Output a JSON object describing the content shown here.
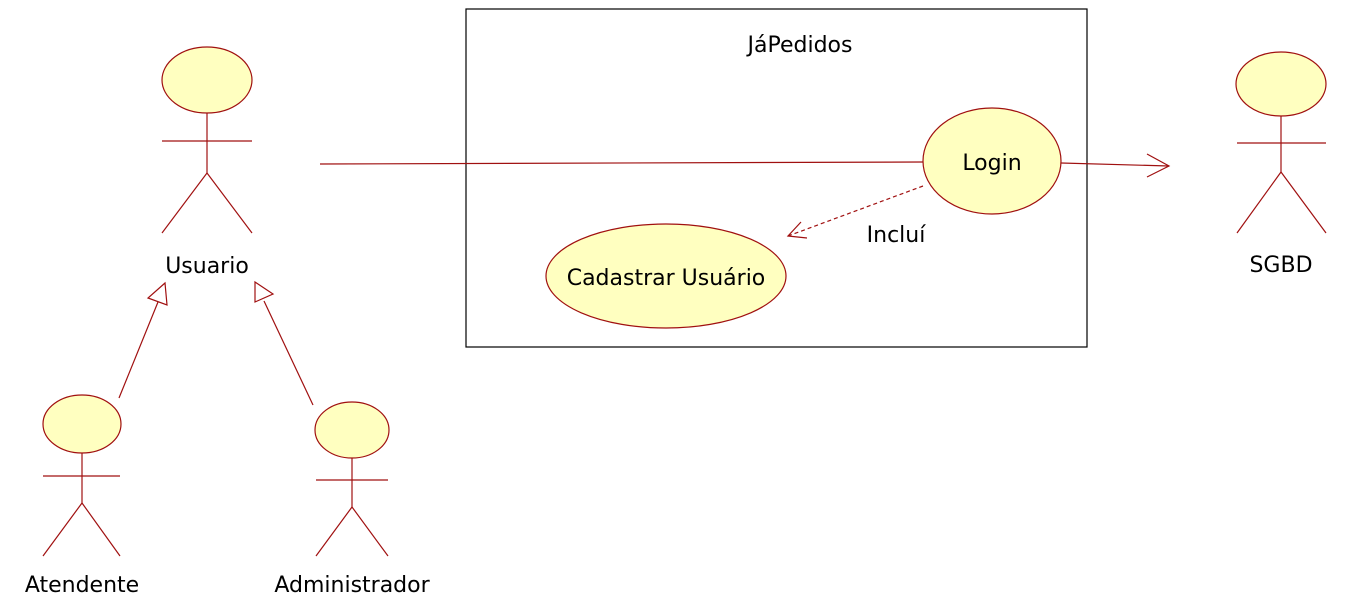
{
  "diagram": {
    "system": {
      "title": "JáPedidos"
    },
    "actors": {
      "usuario": "Usuario",
      "sgbd": "SGBD",
      "atendente": "Atendente",
      "administrador": "Administrador"
    },
    "use_cases": {
      "login": "Login",
      "cadastrar": "Cadastrar Usuário"
    },
    "relations": {
      "include_label": "Incluí"
    },
    "colors": {
      "line": "#a01010",
      "fill": "#ffffc0"
    }
  }
}
